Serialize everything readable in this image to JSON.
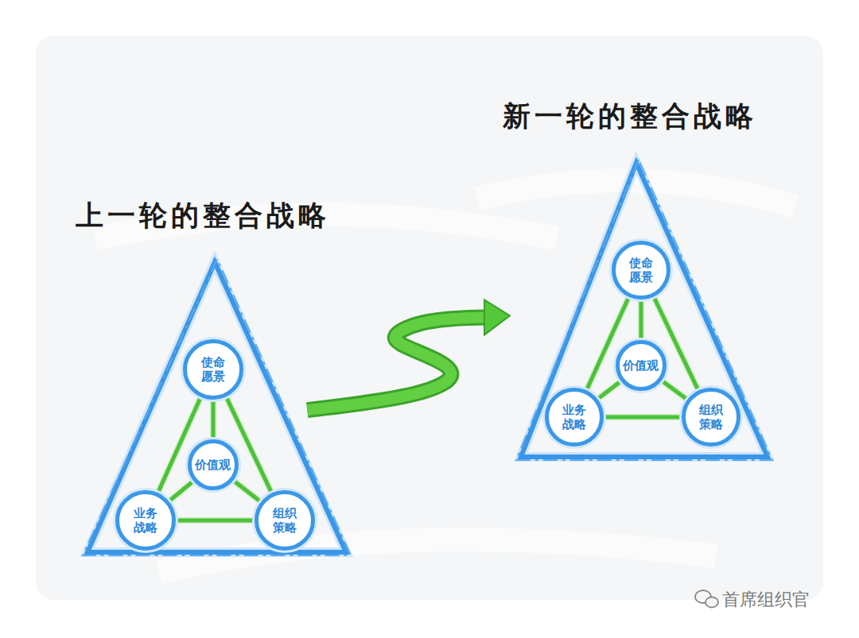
{
  "diagram": {
    "nodes": [
      {
        "text": [
          "上一轮的整合战略"
        ]
      },
      {
        "text": [
          "使命愿景"
        ],
        "in": 0
      },
      {
        "text": [
          "价值观"
        ],
        "in": 0
      },
      {
        "text": [
          "业务战略"
        ],
        "in": 0
      },
      {
        "text": [
          "组织策略"
        ],
        "in": 0
      },
      {
        "text": [
          "新一轮的整合战略"
        ]
      },
      {
        "text": [
          "使命愿景"
        ],
        "in": 5
      },
      {
        "text": [
          "价值观"
        ],
        "in": 5
      },
      {
        "text": [
          "业务战略"
        ],
        "in": 5
      },
      {
        "text": [
          "组织策略"
        ],
        "in": 5
      }
    ],
    "edges": [
      {
        "from": 1,
        "to": 2,
        "arrow": "none"
      },
      {
        "from": 1,
        "to": 3,
        "arrow": "none"
      },
      {
        "from": 1,
        "to": 4,
        "arrow": "none"
      },
      {
        "from": 2,
        "to": 3,
        "arrow": "none"
      },
      {
        "from": 2,
        "to": 4,
        "arrow": "none"
      },
      {
        "from": 3,
        "to": 4,
        "arrow": "none"
      },
      {
        "from": 6,
        "to": 7,
        "arrow": "none"
      },
      {
        "from": 6,
        "to": 8,
        "arrow": "none"
      },
      {
        "from": 6,
        "to": 9,
        "arrow": "none"
      },
      {
        "from": 7,
        "to": 8,
        "arrow": "none"
      },
      {
        "from": 7,
        "to": 9,
        "arrow": "none"
      },
      {
        "from": 8,
        "to": 9,
        "arrow": "none"
      },
      {
        "from": 0,
        "to": 5,
        "arrow": "to"
      }
    ],
    "labels": [
      "首席组织官"
    ]
  }
}
